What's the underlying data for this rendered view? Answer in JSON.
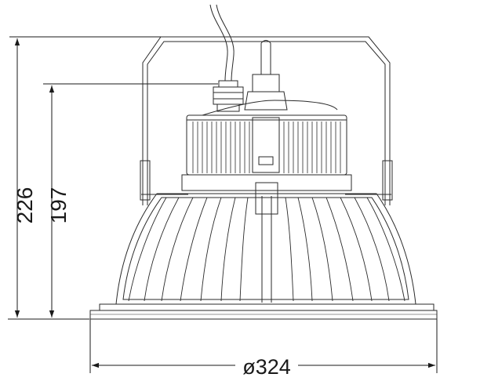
{
  "dimensions": {
    "total_height": "226",
    "body_height": "197",
    "diameter": "ø324"
  }
}
